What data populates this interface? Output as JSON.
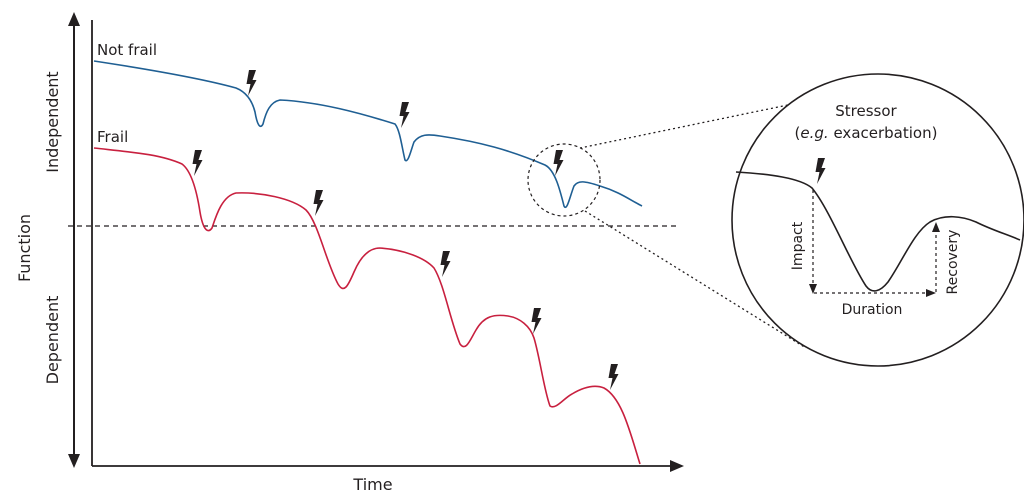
{
  "axes": {
    "y_label": "Function",
    "x_label": "Time",
    "y_top": "Independent",
    "y_bottom": "Dependent"
  },
  "curves": {
    "not_frail": {
      "label": "Not frail",
      "color": "#1f5f93"
    },
    "frail": {
      "label": "Frail",
      "color": "#c8203f"
    }
  },
  "inset": {
    "title_line1": "Stressor",
    "title_line2_italic": "e.g.",
    "title_line2_rest": " exacerbation)",
    "impact": "Impact",
    "duration": "Duration",
    "recovery": "Recovery"
  },
  "icons": {
    "stressor": "lightning-bolt-icon"
  },
  "colors": {
    "ink": "#231f20",
    "blue": "#1f5f93",
    "red": "#c8203f"
  }
}
